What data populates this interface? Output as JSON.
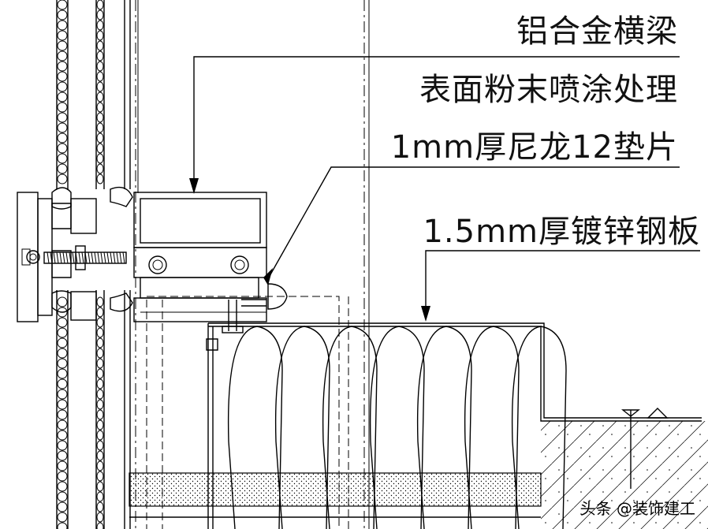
{
  "labels": [
    "铝合金横梁",
    "表面粉末喷涂处理",
    "1mm厚尼龙12垫片",
    "1.5mm厚镀锌钢板"
  ],
  "watermark": "头条 @装饰建工",
  "colors": {
    "line": "#000000",
    "background": "#ffffff"
  }
}
